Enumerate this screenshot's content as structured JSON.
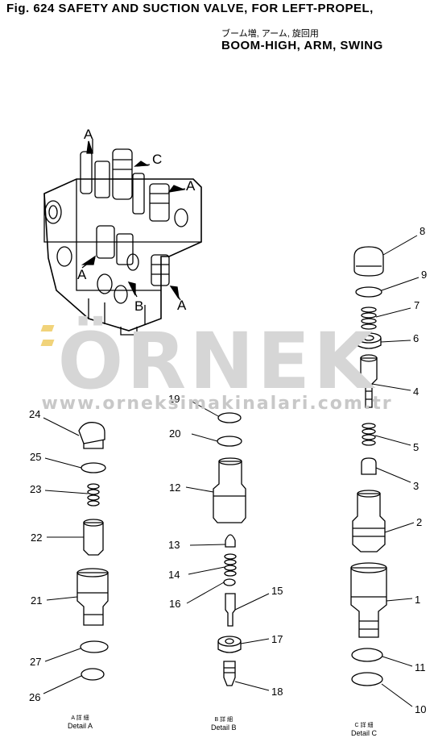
{
  "header": {
    "title_line1": "Fig. 624   SAFETY AND SUCTION VALVE, FOR LEFT-PROPEL,",
    "title_jp": "ブーム増,  アーム,  旋回用",
    "title_line2": "BOOM-HIGH, ARM, SWING"
  },
  "watermark": {
    "brand": "ÖRNEK",
    "url": "www.orneksimakinalari.com.tr",
    "accent_color": "#f1d37a"
  },
  "callouts": {
    "A": "A",
    "B": "B",
    "C": "C"
  },
  "part_numbers": {
    "p1": "1",
    "p2": "2",
    "p3": "3",
    "p4": "4",
    "p5": "5",
    "p6": "6",
    "p7": "7",
    "p8": "8",
    "p9": "9",
    "p10": "10",
    "p11": "11",
    "p12": "12",
    "p13": "13",
    "p14": "14",
    "p15": "15",
    "p16": "16",
    "p17": "17",
    "p18": "18",
    "p19": "19",
    "p20": "20",
    "p21": "21",
    "p22": "22",
    "p23": "23",
    "p24": "24",
    "p25": "25",
    "p26": "26",
    "p27": "27"
  },
  "details": {
    "a_jp": "A 詳 細",
    "a_label": "Detail A",
    "b_jp": "B 詳 細",
    "b_label": "Detail B",
    "c_jp": "C 詳 細",
    "c_label": "Detail C"
  }
}
